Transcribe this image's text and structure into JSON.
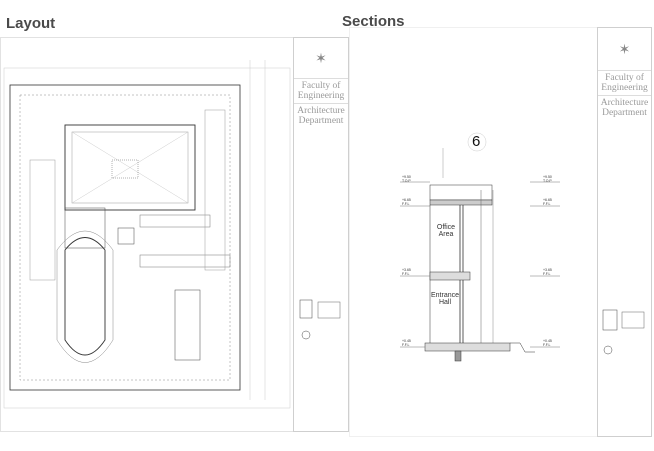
{
  "headings": {
    "layout": "Layout",
    "sections": "Sections"
  },
  "title_block": {
    "faculty": "Faculty of Engineering",
    "department": "Architecture Department"
  },
  "section": {
    "number": "6",
    "rooms": [
      {
        "name": "Office Area"
      },
      {
        "name": "Entrance Hall"
      }
    ],
    "levels": [
      {
        "value": "+9.50",
        "tag": "T.O.P"
      },
      {
        "value": "+6.65",
        "tag": "F.F.L"
      },
      {
        "value": "+3.65",
        "tag": "F.F.L"
      },
      {
        "value": "+0.45",
        "tag": "F.F.L"
      }
    ]
  }
}
